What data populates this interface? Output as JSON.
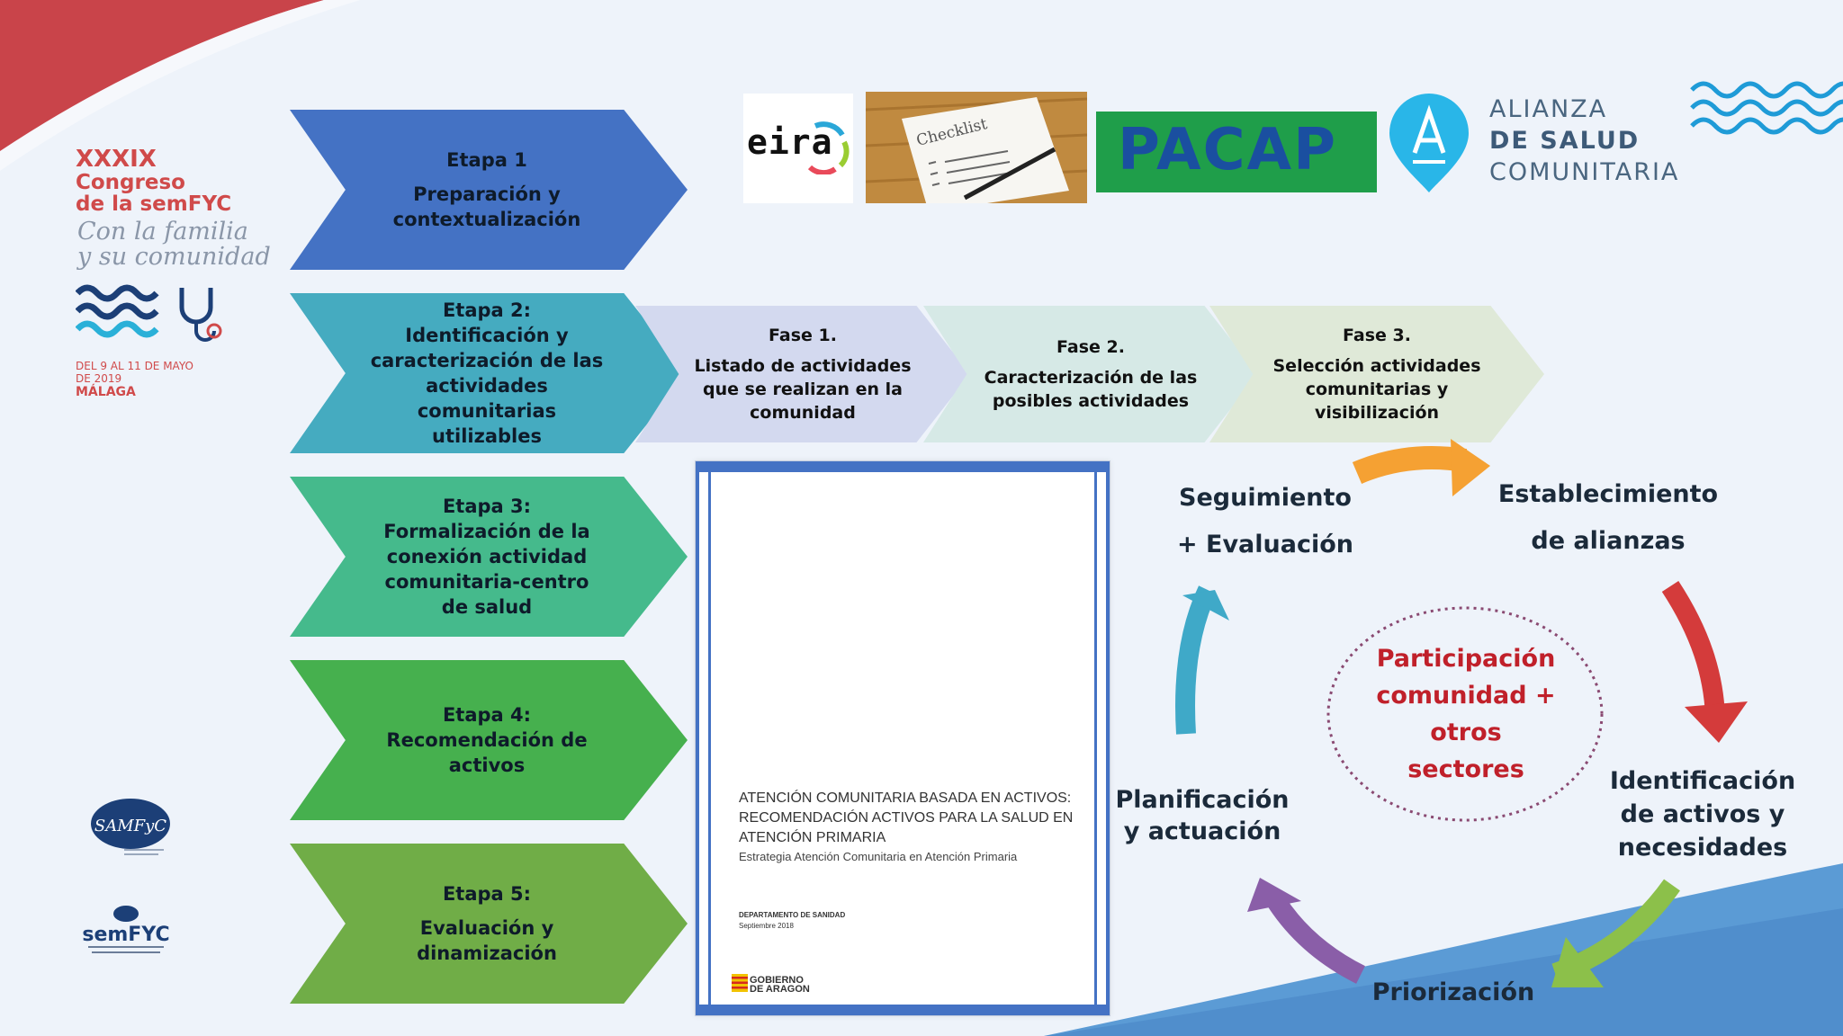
{
  "branding": {
    "line1": "XXXIX",
    "line2": "Congreso",
    "line3": "de la semFYC",
    "slogan1": "Con la familia",
    "slogan2": "y su comunidad",
    "dates1": "DEL 9 AL 11 DE MAYO",
    "dates2": "DE 2019",
    "city": "MÁLAGA",
    "samfyc_logo": "SAMFyC",
    "semfyc_logo": "semFYC"
  },
  "logos": {
    "eira": "eira",
    "checklist": "Checklist",
    "pacap": "PACAP",
    "alianza_1": "ALIANZA",
    "alianza_2": "DE SALUD",
    "alianza_3": "COMUNITARIA"
  },
  "etapas": [
    {
      "lines": [
        "Etapa 1",
        "Preparación y contextualización"
      ],
      "color": "#4472c4"
    },
    {
      "lines": [
        "Etapa 2: Identificación y caracterización de las actividades comunitarias utilizables"
      ],
      "color": "#45abc0"
    },
    {
      "lines": [
        "Etapa 3: Formalización de la conexión actividad comunitaria-centro de salud"
      ],
      "color": "#45ba8c"
    },
    {
      "lines": [
        "Etapa 4: Recomendación de activos"
      ],
      "color": "#46b04e"
    },
    {
      "lines": [
        "Etapa 5:",
        "Evaluación y dinamización"
      ],
      "color": "#70ad47"
    }
  ],
  "fases": [
    {
      "title": "Fase 1.",
      "text": "Listado de actividades que se realizan en la comunidad",
      "color": "#d3d9ef"
    },
    {
      "title": "Fase 2.",
      "text": "Caracterización de las posibles actividades",
      "color": "#d6e9e6"
    },
    {
      "title": "Fase 3.",
      "text": "Selección actividades comunitarias y visibilización",
      "color": "#dfe9d8"
    }
  ],
  "document": {
    "title": "ATENCIÓN COMUNITARIA BASADA EN ACTIVOS: RECOMENDACIÓN ACTIVOS PARA LA SALUD EN ATENCIÓN PRIMARIA",
    "subtitle": "Estrategia Atención Comunitaria en Atención Primaria",
    "department": "DEPARTAMENTO DE SANIDAD",
    "date": "Septiembre 2018",
    "gov_1": "GOBIERNO",
    "gov_2": "DE ARAGON"
  },
  "cycle": {
    "seguimiento_1": "Seguimiento",
    "seguimiento_2": "+ Evaluación",
    "establecimiento_1": "Establecimiento",
    "establecimiento_2": "de alianzas",
    "identificacion_1": "Identificación",
    "identificacion_2": "de activos y",
    "identificacion_3": "necesidades",
    "priorizacion": "Priorización",
    "planificacion_1": "Planificación",
    "planificacion_2": "y actuación",
    "center_1": "Participación",
    "center_2": "comunidad +",
    "center_3": "otros",
    "center_4": "sectores"
  },
  "colors": {
    "arrow_orange": "#f5a133",
    "arrow_red": "#d43b3b",
    "arrow_green": "#8cc04a",
    "arrow_purple": "#8a5ea8",
    "arrow_blue": "#3fa9c8",
    "center_text": "#c0202a",
    "brand_red": "#d04a4a"
  }
}
